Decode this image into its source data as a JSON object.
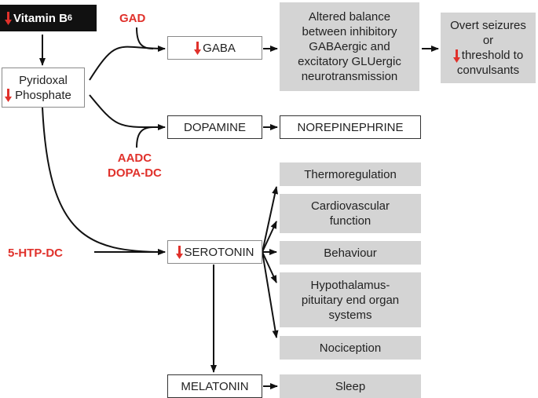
{
  "colors": {
    "accent_red": "#e0312b",
    "grey_box": "#d4d4d4",
    "black_box": "#111111"
  },
  "icons": {
    "decrease": "red-down-arrow-icon"
  },
  "nodes": {
    "vitamin_b6": {
      "text": "Vitamin B",
      "subscript": "6"
    },
    "pyridoxal_phosphate": {
      "line1": "Pyridoxal",
      "line2": "Phosphate"
    },
    "gaba": "GABA",
    "altered_balance": [
      "Altered balance",
      "between inhibitory",
      "GABAergic and",
      "excitatory GLUergic",
      "neurotransmission"
    ],
    "overt_seizures": {
      "line1": "Overt seizures",
      "line2": "or",
      "line3": "threshold to",
      "line4": "convulsants"
    },
    "dopamine": "DOPAMINE",
    "norepinephrine": "NOREPINEPHRINE",
    "serotonin": "SEROTONIN",
    "melatonin": "MELATONIN",
    "thermoregulation": "Thermoregulation",
    "cardiovascular": [
      "Cardiovascular",
      "function"
    ],
    "behaviour": "Behaviour",
    "hypothalamus": [
      "Hypothalamus-",
      "pituitary end organ",
      "systems"
    ],
    "nociception": "Nociception",
    "sleep": "Sleep"
  },
  "enzymes": {
    "gad": "GAD",
    "aadc": "AADC",
    "dopa_dc": "DOPA-DC",
    "htp_dc": "5-HTP-DC"
  }
}
